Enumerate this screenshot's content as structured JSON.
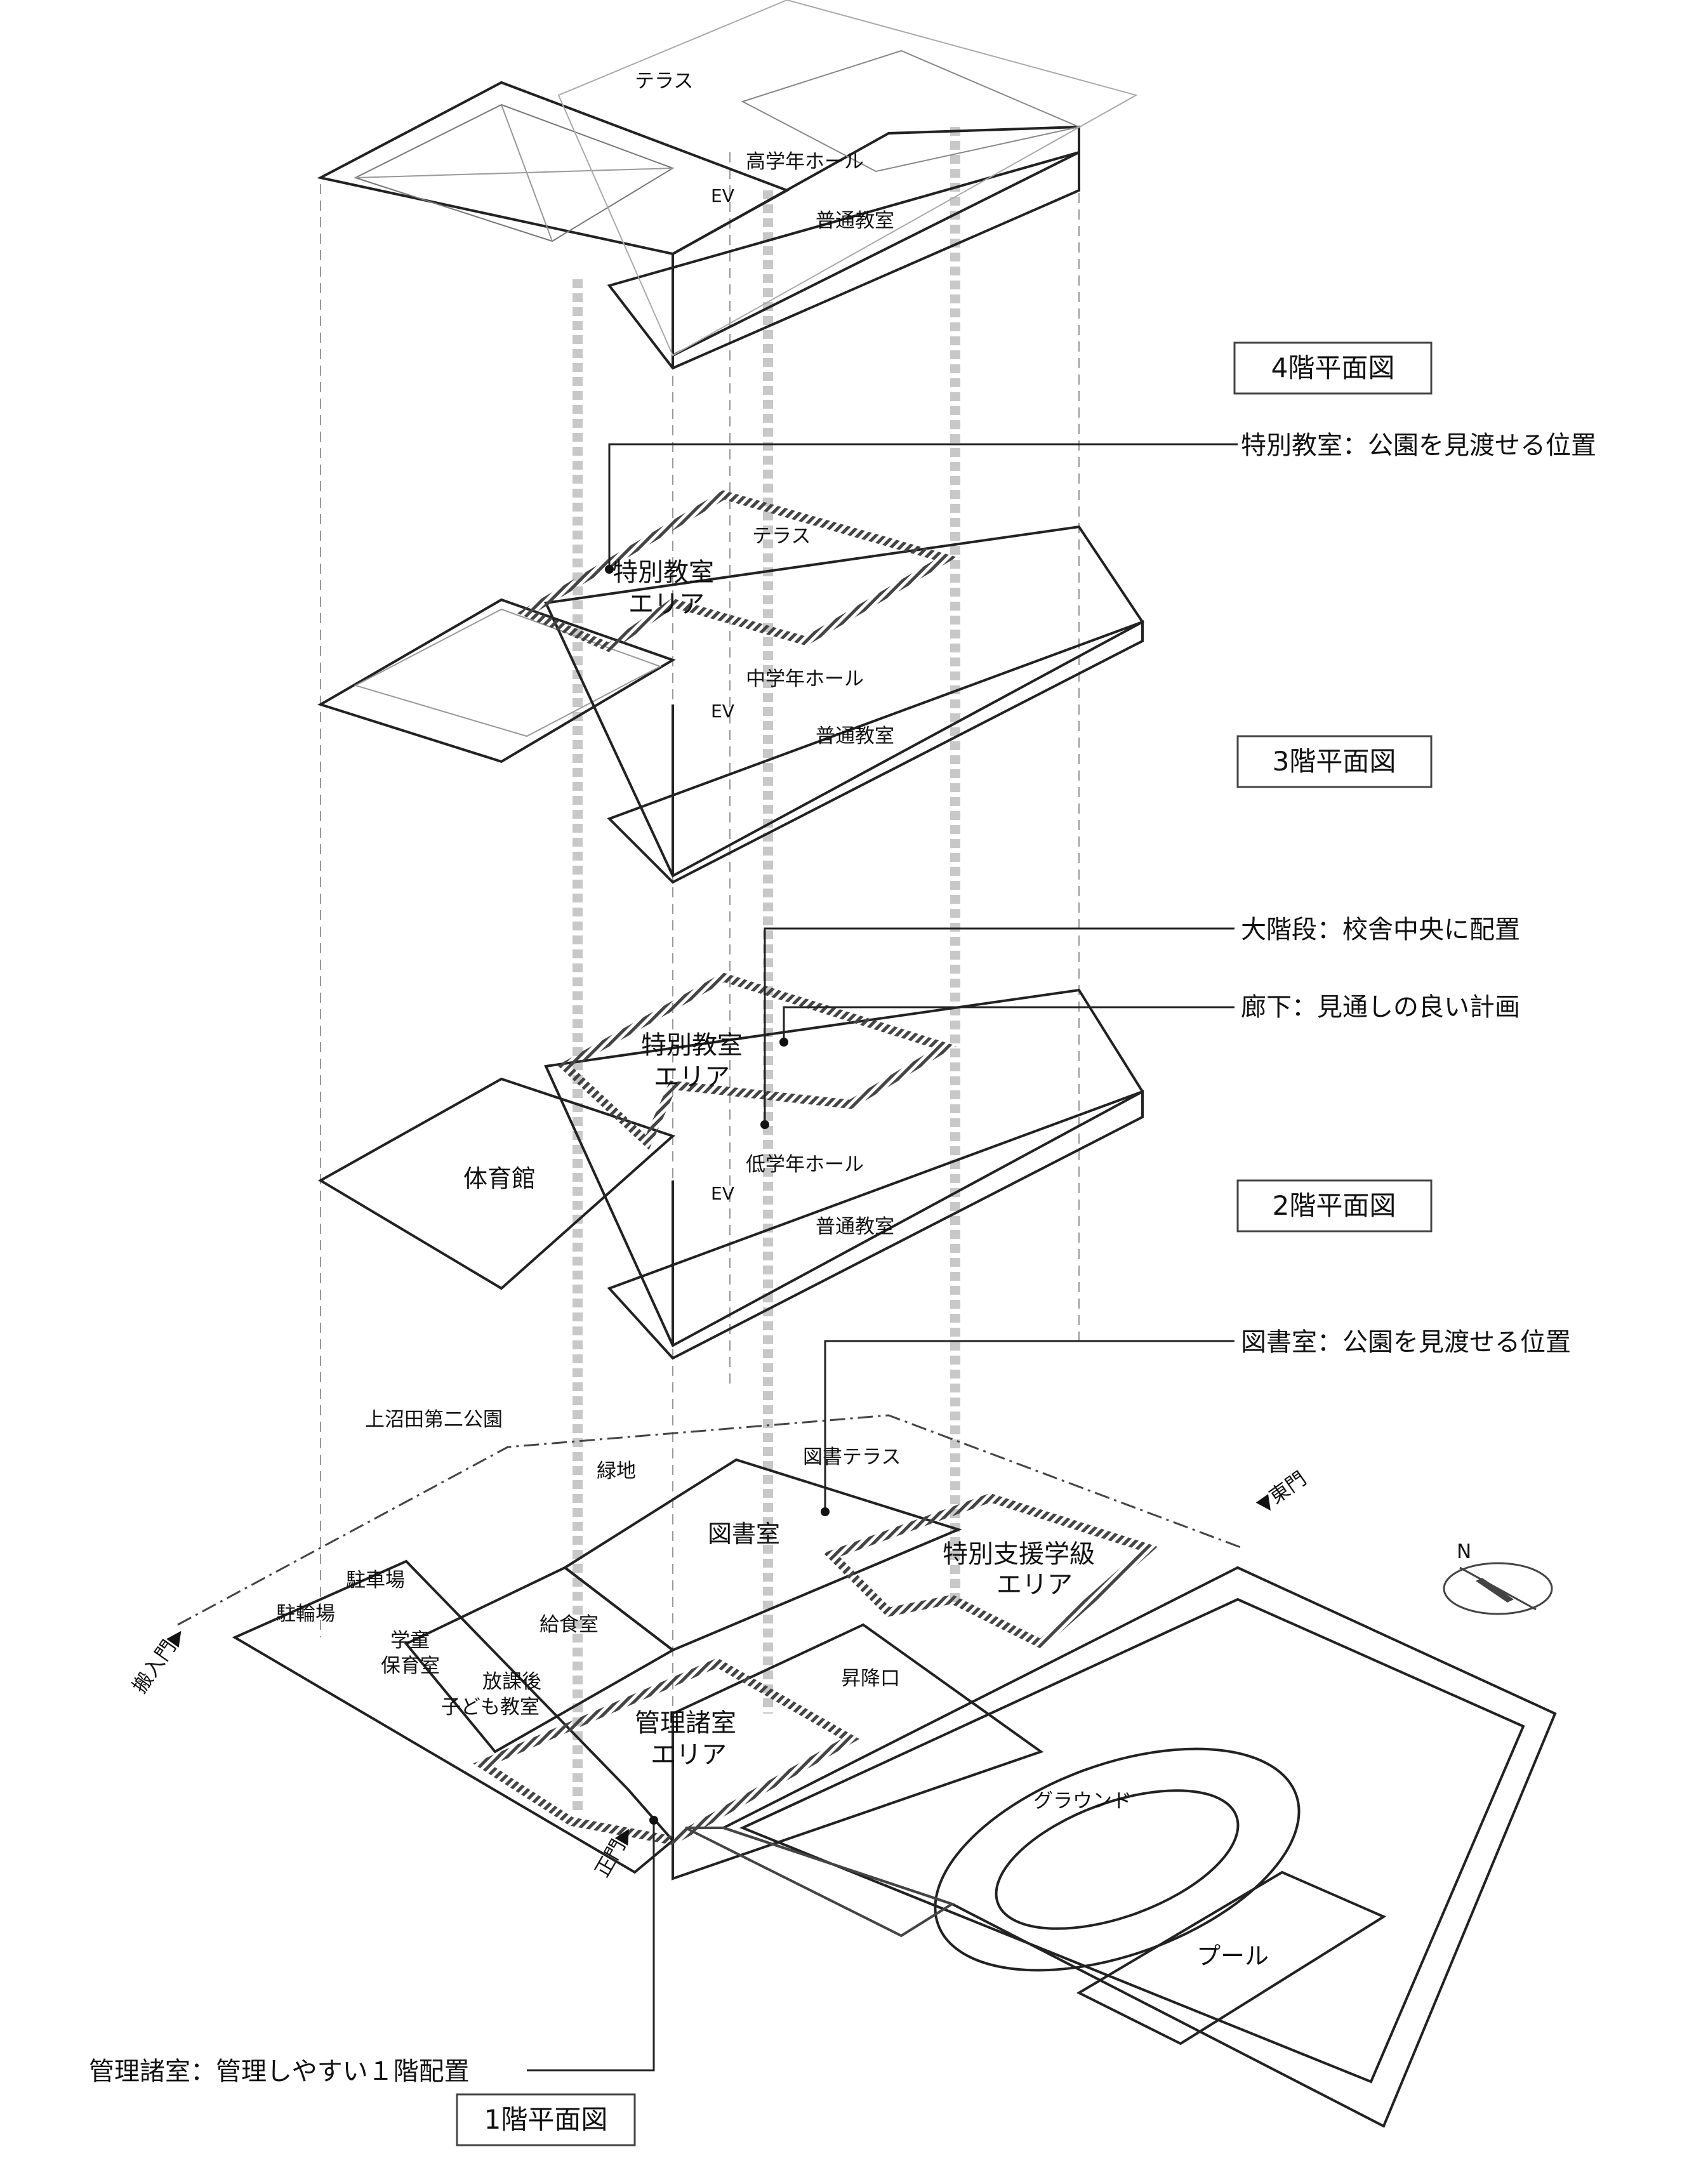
{
  "floors": {
    "f4": {
      "title": "4階平面図",
      "terrace": "テラス",
      "hall": "高学年ホール",
      "ev": "EV",
      "classroom": "普通教室"
    },
    "f3": {
      "title": "3階平面図",
      "terrace": "テラス",
      "hall": "中学年ホール",
      "ev": "EV",
      "classroom": "普通教室",
      "special_area_line1": "特別教室",
      "special_area_line2": "エリア"
    },
    "f2": {
      "title": "2階平面図",
      "gym": "体育館",
      "hall": "低学年ホール",
      "ev": "EV",
      "classroom": "普通教室",
      "special_area_line1": "特別教室",
      "special_area_line2": "エリア"
    },
    "f1": {
      "title": "1階平面図",
      "park": "上沼田第二公園",
      "green": "緑地",
      "library_terrace": "図書テラス",
      "library": "図書室",
      "special_support_line1": "特別支援学級",
      "special_support_line2": "エリア",
      "parking": "駐車場",
      "bike_parking": "駐輪場",
      "kitchen": "給食室",
      "afterschool_line1": "学童",
      "afterschool_line2": "保育室",
      "kids_room_line1": "放課後",
      "kids_room_line2": "子ども教室",
      "entrance": "昇降口",
      "admin_line1": "管理諸室",
      "admin_line2": "エリア",
      "ground": "グラウンド",
      "pool": "プール",
      "east_gate": "▼東門",
      "delivery_gate": "搬入門▶",
      "main_gate": "正門▶",
      "north": "N"
    }
  },
  "callouts": {
    "c1": "特別教室：公園を見渡せる位置",
    "c2": "大階段：校舎中央に配置",
    "c3": "廊下：見通しの良い計画",
    "c4": "図書室：公園を見渡せる位置",
    "c5": "管理諸室：管理しやすい１階配置"
  },
  "colors": {
    "line": "#222222",
    "dashed_grey": "#bdbdbd",
    "hatch": "#555555"
  }
}
